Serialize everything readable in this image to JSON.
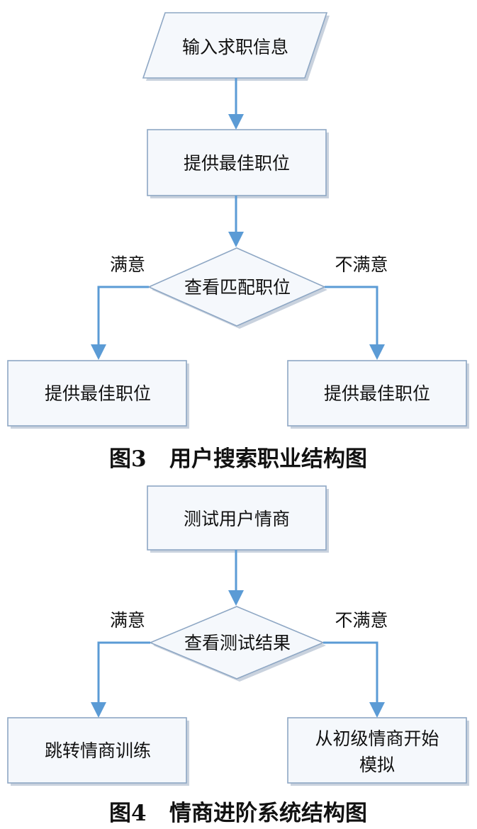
{
  "figure3": {
    "caption": "图3   用户搜索职业结构图",
    "input": "输入求职信息",
    "provide": "提供最佳职位",
    "decision": "查看匹配职位",
    "left_label": "满意",
    "right_label": "不满意",
    "left_result": "提供最佳职位",
    "right_result": "提供最佳职位"
  },
  "figure4": {
    "caption": "图4   情商进阶系统结构图",
    "test": "测试用户情商",
    "decision": "查看测试结果",
    "left_label": "满意",
    "right_label": "不满意",
    "left_result": "跳转情商训练",
    "right_result_line1": "从初级情商开始",
    "right_result_line2": "模拟"
  }
}
